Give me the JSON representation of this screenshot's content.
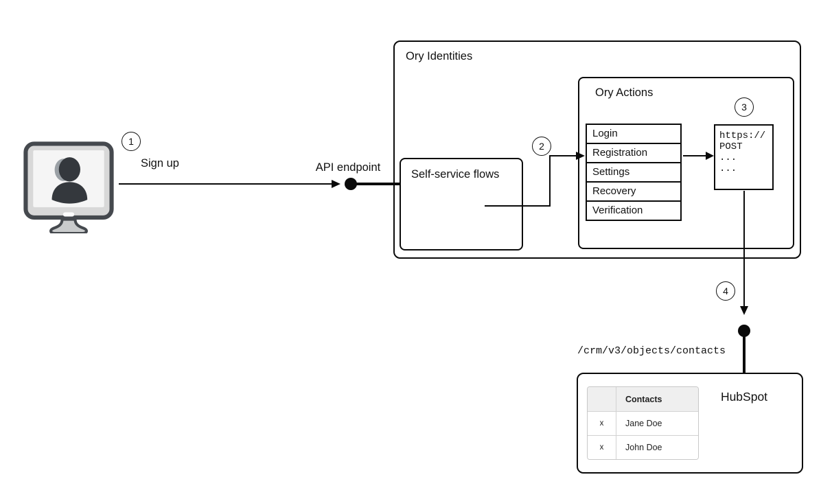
{
  "flow": {
    "step1": {
      "number": "1",
      "label": "Sign up"
    },
    "step2": {
      "number": "2"
    },
    "step3": {
      "number": "3"
    },
    "step4": {
      "number": "4"
    },
    "api_endpoint_label": "API endpoint",
    "crm_endpoint_path": "/crm/v3/objects/contacts"
  },
  "ory_identities": {
    "title": "Ory Identities",
    "self_service_flows": {
      "title": "Self-service flows"
    },
    "ory_actions": {
      "title": "Ory Actions",
      "flows": [
        "Login",
        "Registration",
        "Settings",
        "Recovery",
        "Verification"
      ],
      "webhook": {
        "lines": [
          "https://",
          "POST",
          "...",
          "..."
        ]
      }
    }
  },
  "hubspot": {
    "title": "HubSpot",
    "contacts_table": {
      "columns": [
        "",
        "Contacts"
      ],
      "rows": [
        {
          "select": "x",
          "name": "Jane Doe"
        },
        {
          "select": "x",
          "name": "John Doe"
        }
      ]
    }
  },
  "colors": {
    "stroke": "#0a0a0a",
    "monitor_frame": "#d8d8d8",
    "monitor_screen": "#f5f5f5",
    "silhouette": "#34383d",
    "silhouette_highlight": "#9aa0a5",
    "table_header_bg": "#efefef",
    "table_border": "#d2d2d2"
  }
}
